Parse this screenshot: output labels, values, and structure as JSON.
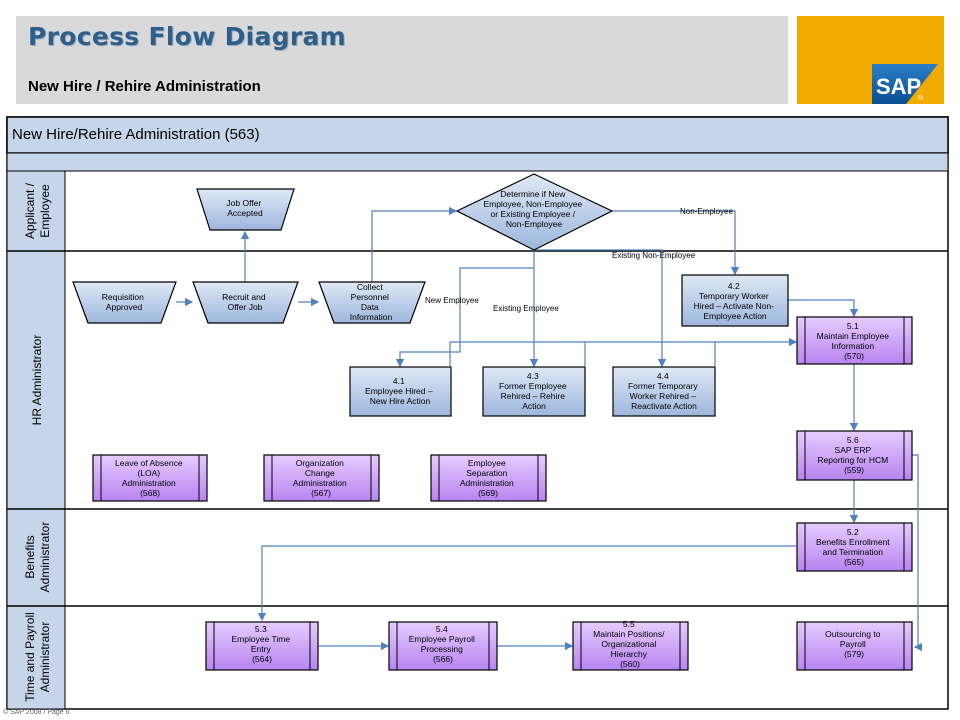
{
  "header": {
    "title": "Process Flow Diagram",
    "subtitle": "New Hire / Rehire  Administration"
  },
  "logo": {
    "text": "SAP",
    "registered": "®"
  },
  "diagram": {
    "title": "New Hire/Rehire Administration (563)",
    "lanes": [
      {
        "line1": "Applicant /",
        "line2": "Employee"
      },
      {
        "line1": "HR Administrator",
        "line2": ""
      },
      {
        "line1": "Benefits",
        "line2": "Administrator"
      },
      {
        "line1": "Time and Payroll",
        "line2": "Administrator"
      }
    ],
    "nodes": {
      "job_offer": [
        "Job Offer",
        "Accepted"
      ],
      "req_approved": [
        "Requisition",
        "Approved"
      ],
      "recruit": [
        "Recruit and",
        "Offer Job"
      ],
      "collect": [
        "Collect",
        "Personnel",
        "Data",
        "Information"
      ],
      "decision": [
        "Determine if New",
        "Employee, Non-Employee",
        "or Existing Employee /",
        "Non-Employee"
      ],
      "n42": [
        "4.2",
        "Temporary Worker",
        "Hired – Activate Non-",
        "Employee Action"
      ],
      "n51": [
        "5.1",
        "Maintain Employee",
        "Information",
        "(570)"
      ],
      "n41": [
        "4.1",
        "Employee Hired –",
        "New Hire Action"
      ],
      "n43": [
        "4.3",
        "Former Employee",
        "Rehired – Rehire",
        "Action"
      ],
      "n44": [
        "4.4",
        "Former Temporary",
        "Worker Rehired –",
        "Reactivate Action"
      ],
      "n56": [
        "5.6",
        "SAP ERP",
        "Reporting for HCM",
        "(559)"
      ],
      "loa": [
        "Leave of Absence",
        "(LOA)",
        "Administration",
        "(568)"
      ],
      "org": [
        "Organization",
        "Change",
        "Administration",
        "(567)"
      ],
      "sep": [
        "Employee",
        "Separation",
        "Administration",
        "(569)"
      ],
      "n52": [
        "5.2",
        "Benefits Enrollment",
        "and Termination",
        "(565)"
      ],
      "n53": [
        "5.3",
        "Employee Time",
        "Entry",
        "(564)"
      ],
      "n54": [
        "5.4",
        "Employee Payroll",
        "Processing",
        "(566)"
      ],
      "n55": [
        "5.5",
        "Maintain Positions/",
        "Organizational",
        "Hierarchy",
        "(560)"
      ],
      "outsourcing": [
        "Outsourcing to",
        "Payroll",
        "(579)"
      ]
    },
    "flow_labels": {
      "non_employee": "Non-Employee",
      "existing_non_employee": "Existing Non-Employee",
      "new_employee": "New Employee",
      "existing_employee": "Existing Employee"
    }
  },
  "footer": {
    "copyright": "© SAP 2008 / Page 6"
  },
  "colors": {
    "accent_title": "#2e5f8a",
    "header_bg": "#d9d9d9",
    "logo_bg": "#f0ab00",
    "lane_header": "#c6d5ea",
    "process_box": "#c6d5ea",
    "purple_box": "#cc99ff",
    "arrow": "#4f81bd"
  }
}
